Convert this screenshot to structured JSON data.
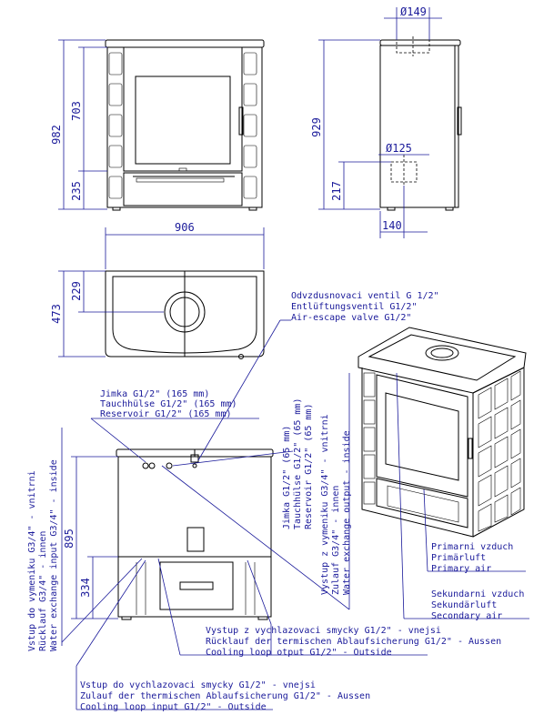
{
  "dimensions": {
    "d_149": "Ø149",
    "d_125": "Ø125",
    "h_982": "982",
    "h_703": "703",
    "h_235": "235",
    "h_929": "929",
    "h_217": "217",
    "w_140": "140",
    "w_906": "906",
    "h_473": "473",
    "h_229": "229",
    "h_895": "895",
    "h_334": "334"
  },
  "labels": {
    "air_escape": [
      "Odvzdusnovaci ventil G 1/2\"",
      "Entlüftungsventil G1/2\"",
      "Air-escape valve G1/2\""
    ],
    "reservoir_top": [
      "Jimka G1/2\" (165 mm)",
      "Tauchhülse G1/2\" (165 mm)",
      "Reservoir G1/2\" (165 mm)"
    ],
    "reservoir_vertical": [
      "Jimka G1/2\" (65 mm)",
      "Tauchhülse G1/2\" (65 mm)",
      "Reservoir G1/2\" (65 mm)"
    ],
    "water_output": [
      "Vystup z vymeniku G3/4\" - vnitrni",
      "Zulauf G3/4\" - innen",
      "Water exchange output - inside"
    ],
    "water_input": [
      "Vstup do vymeniku G3/4\" - vnitrni",
      "Rücklauf G3/4\" - innen",
      "Water exchange input G3/4\" - inside"
    ],
    "primary_air": [
      "Primarni vzduch",
      "Primärluft",
      "Primary air"
    ],
    "secondary_air": [
      "Sekundarni vzduch",
      "Sekundärluft",
      "Secondary air"
    ],
    "cooling_output": [
      "Vystup z vychlazovaci smycky G1/2\" - vnejsi",
      "Rücklauf der termischen Ablaufsicherung G1/2\" - Aussen",
      "Cooling loop otput G1/2\" - Outside"
    ],
    "cooling_input": [
      "Vstup do vychlazovaci smycky G1/2\" - vnejsi",
      "Zulauf der thermischen Ablaufsicherung G1/2\" - Aussen",
      "Cooling loop input G1/2\" - Outside"
    ]
  }
}
